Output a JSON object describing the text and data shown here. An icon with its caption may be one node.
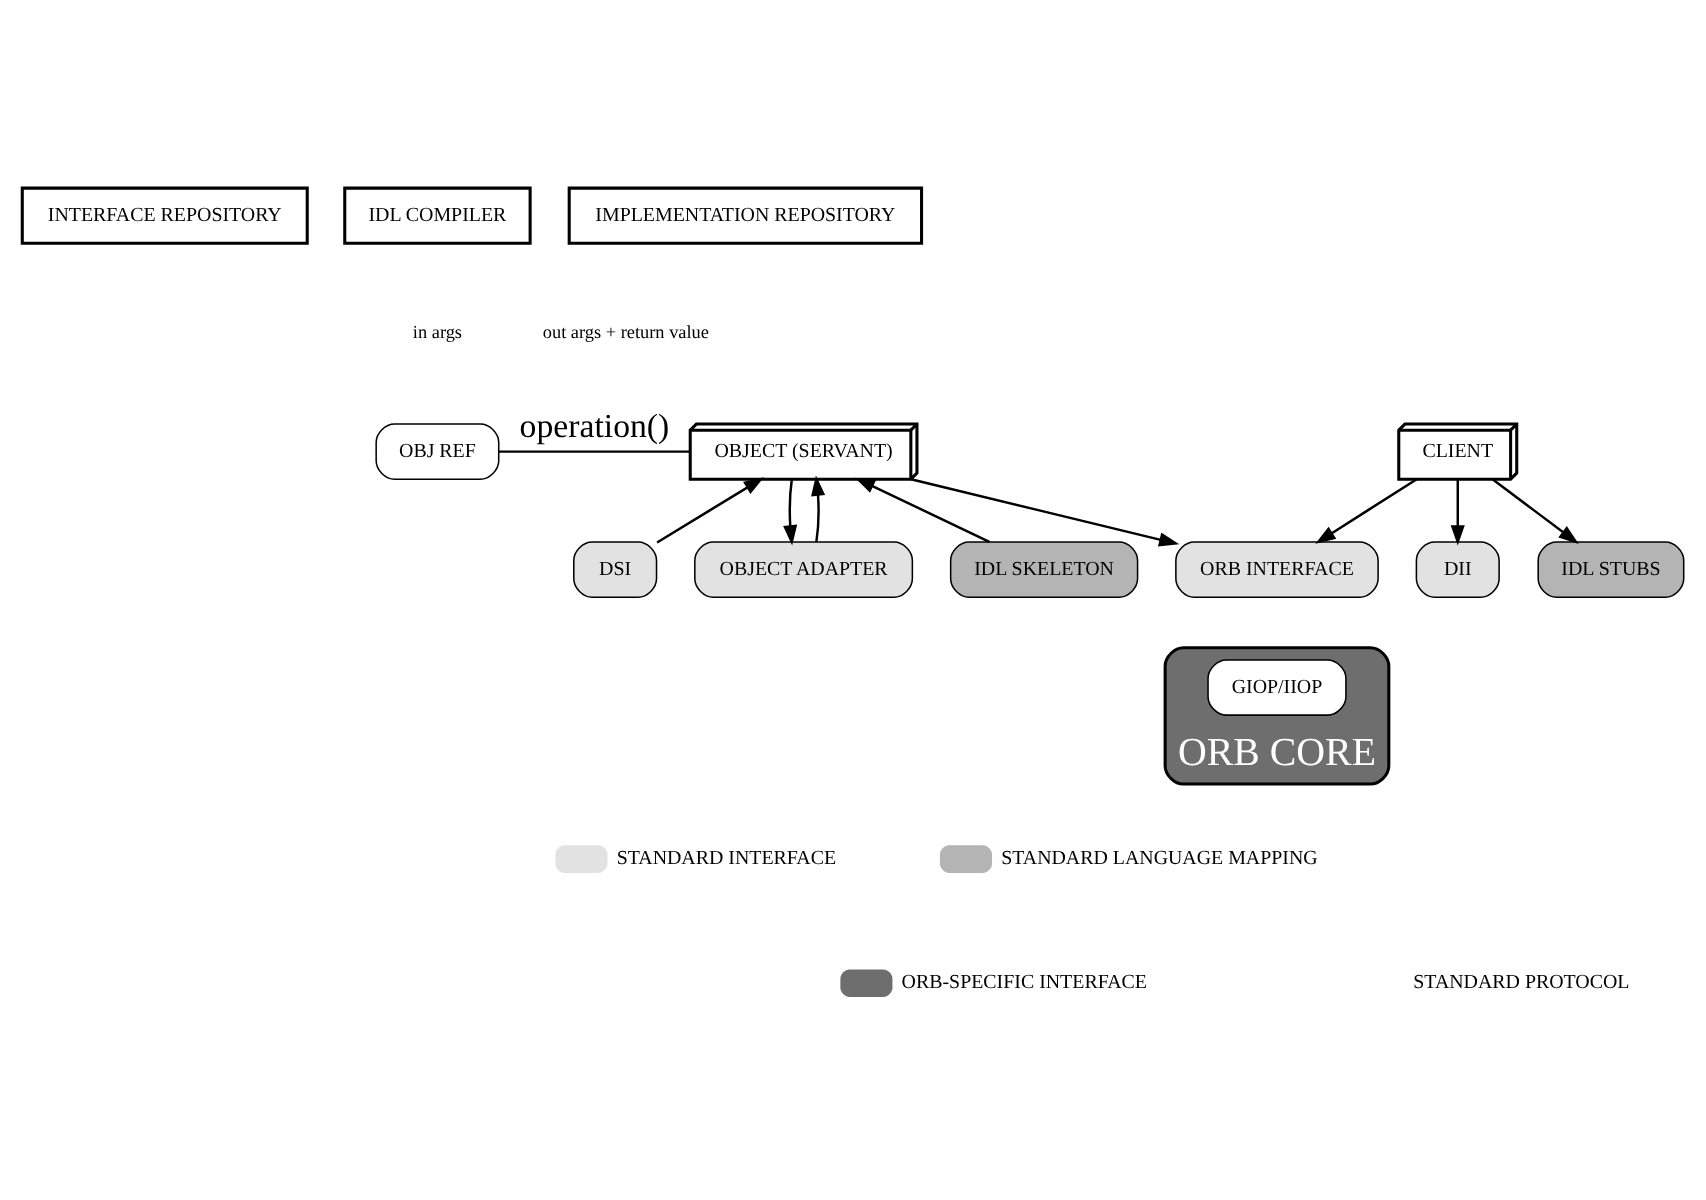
{
  "diagram": {
    "nodes": [
      {
        "text": [
          "INTERFACE REPOSITORY"
        ]
      },
      {
        "text": [
          "IDL COMPILER"
        ]
      },
      {
        "text": [
          "IMPLEMENTATION REPOSITORY"
        ]
      },
      {
        "text": [
          "CLIENT"
        ]
      },
      {
        "text": [
          "OBJ REF"
        ]
      },
      {
        "text": [
          "OBJECT (SERVANT)"
        ]
      },
      {
        "text": [
          "DII"
        ]
      },
      {
        "text": [
          "IDL STUBS"
        ]
      },
      {
        "text": [
          "ORB INTERFACE"
        ]
      },
      {
        "text": [
          "IDL SKELETON"
        ]
      },
      {
        "text": [
          "DSI"
        ]
      },
      {
        "text": [
          "OBJECT ADAPTER"
        ]
      },
      {
        "text": [
          "ORB CORE"
        ]
      },
      {
        "text": [
          "GIOP/IIOP"
        ],
        "in": 12
      }
    ],
    "edges": [
      {
        "from": 4,
        "to": 5,
        "arrow": "none",
        "label": "operation()"
      },
      {
        "from": 3,
        "to": 6,
        "arrow": "to"
      },
      {
        "from": 3,
        "to": 7,
        "arrow": "to"
      },
      {
        "from": 3,
        "to": 8,
        "arrow": "to"
      },
      {
        "from": 5,
        "to": 8,
        "arrow": "to"
      },
      {
        "from": 9,
        "to": 5,
        "arrow": "to"
      },
      {
        "from": 10,
        "to": 5,
        "arrow": "to"
      },
      {
        "from": 5,
        "to": 11,
        "arrow": "to"
      },
      {
        "from": 11,
        "to": 5,
        "arrow": "to"
      }
    ],
    "labels": [
      "in args",
      "out args + return value"
    ],
    "legend": [
      {
        "text": "STANDARD INTERFACE",
        "color": "#e2e2e2"
      },
      {
        "text": "STANDARD LANGUAGE MAPPING",
        "color": "#b4b4b4"
      },
      {
        "text": "ORB-SPECIFIC INTERFACE",
        "color": "#6e6e6e"
      },
      {
        "text": "STANDARD PROTOCOL",
        "color": "#ffffff"
      }
    ]
  }
}
